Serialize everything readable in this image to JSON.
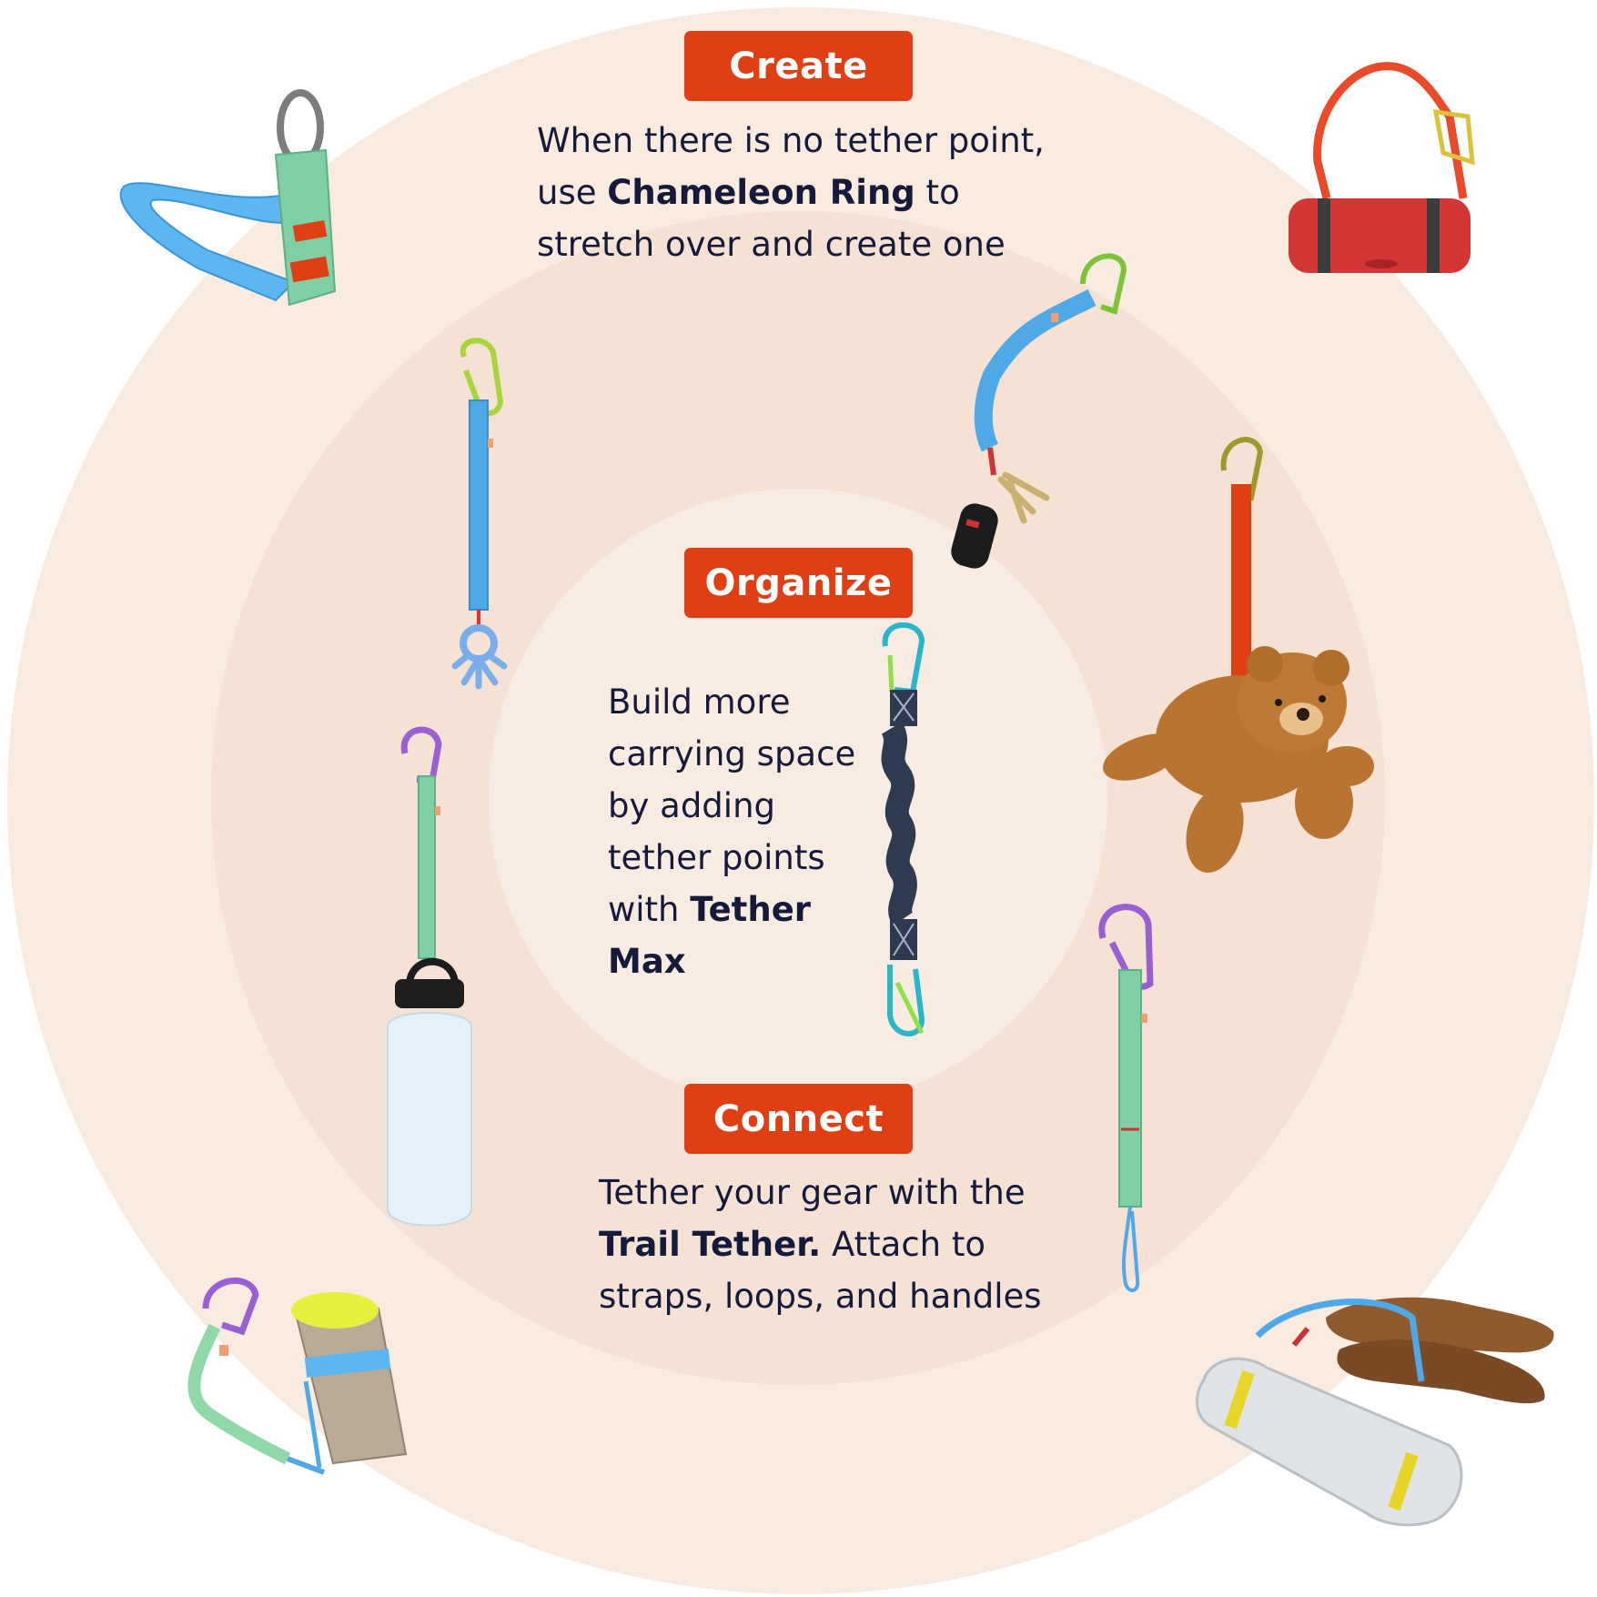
{
  "colors": {
    "outer_ring": "#f9ebdf",
    "middle_ring": "#f6e1d5",
    "inner_ring": "#f8ebe1",
    "badge": "#df3f13",
    "text": "#161a3a"
  },
  "sections": {
    "create": {
      "title": "Create",
      "line1": "When there is no tether point,",
      "line2_pre": "use ",
      "line2_bold": "Chameleon Ring",
      "line2_post": " to",
      "line3": "stretch over and create one"
    },
    "organize": {
      "title": "Organize",
      "line1": "Build more",
      "line2": "carrying space",
      "line3": "by adding",
      "line4": "tether points",
      "line5_pre": "with ",
      "line5_bold": "Tether",
      "line6_bold": "Max"
    },
    "connect": {
      "title": "Connect",
      "line1": "Tether your gear with the",
      "line2_bold": "Trail Tether.",
      "line2_post": " Attach to",
      "line3": "straps, loops, and handles"
    }
  },
  "illustrations": [
    "chameleon-ring-icon",
    "speaker-bag-icon",
    "pacifier-tether-icon",
    "keys-tether-icon",
    "teddy-bear-tether-icon",
    "tether-max-icon",
    "water-bottle-tether-icon",
    "green-trail-tether-icon",
    "tumbler-tether-icon",
    "shoes-mat-tether-icon"
  ]
}
